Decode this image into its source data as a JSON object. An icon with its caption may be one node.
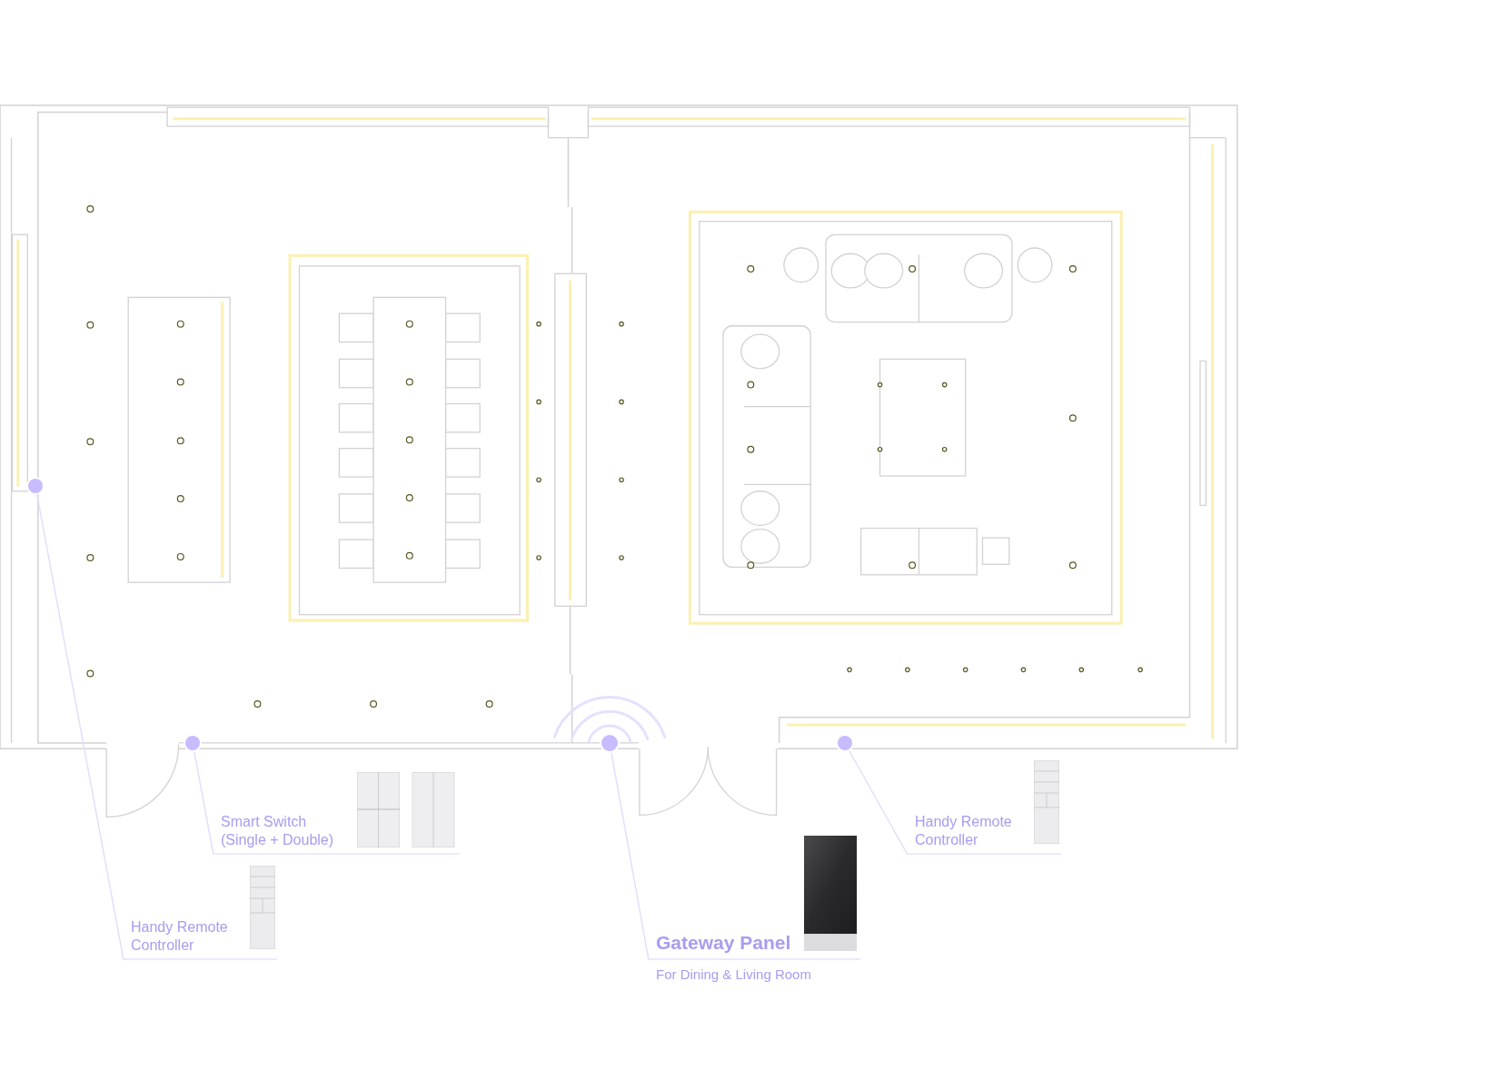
{
  "diagram": {
    "nodes": [
      {
        "text": [],
        "shape": "circle"
      },
      {
        "text": [],
        "shape": "circle"
      },
      {
        "text": [],
        "shape": "circle"
      },
      {
        "text": [],
        "shape": "circle"
      },
      {
        "text": [
          "Smart Switch (Single + Double)"
        ]
      },
      {
        "text": [
          "Handy Remote Controller"
        ]
      },
      {
        "text": [
          "Handy Remote Controller"
        ]
      },
      {
        "text": [
          "Gateway Panel",
          "For Dining & Living Room"
        ]
      }
    ],
    "edges": [
      {
        "from": 4,
        "to": 1,
        "arrow": "none"
      },
      {
        "from": 5,
        "to": 3,
        "arrow": "none"
      },
      {
        "from": 6,
        "to": 0,
        "arrow": "none"
      },
      {
        "from": 7,
        "to": 2,
        "arrow": "none"
      }
    ]
  }
}
